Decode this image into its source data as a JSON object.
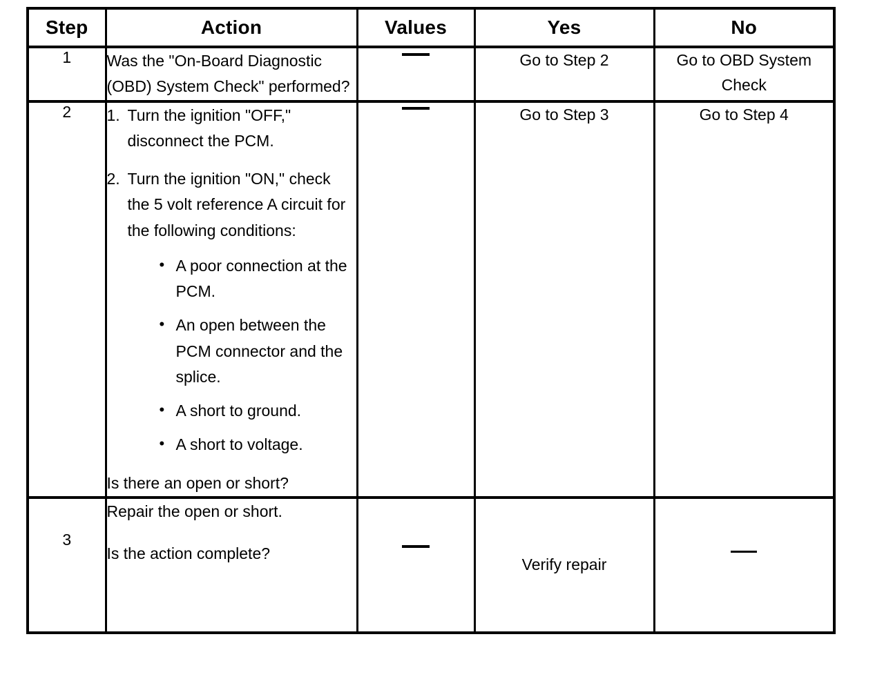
{
  "table": {
    "columns": [
      {
        "key": "step",
        "label": "Step"
      },
      {
        "key": "action",
        "label": "Action"
      },
      {
        "key": "values",
        "label": "Values"
      },
      {
        "key": "yes",
        "label": "Yes"
      },
      {
        "key": "no",
        "label": "No"
      }
    ],
    "rows": [
      {
        "step": "1",
        "action": {
          "lead_lines": [
            "Was the \"On-Board Diagnostic (OBD) System Check\" performed?"
          ],
          "numbered": [],
          "bullets": [],
          "question": ""
        },
        "values": "—",
        "yes": "Go to Step 2",
        "no": "Go to OBD System Check"
      },
      {
        "step": "2",
        "action": {
          "lead_lines": [],
          "numbered": [
            {
              "num": "1.",
              "text": "Turn the ignition \"OFF,\" disconnect the PCM."
            },
            {
              "num": "2.",
              "text": "Turn the ignition \"ON,\" check the 5 volt reference A circuit for the following conditions:"
            }
          ],
          "bullets": [
            "A poor connection at the PCM.",
            "An open between the PCM connector and the splice.",
            "A short to ground.",
            "A short to voltage."
          ],
          "question": "Is there an open or short?"
        },
        "values": "—",
        "yes": "Go to Step 3",
        "no": "Go to Step 4"
      },
      {
        "step": "3",
        "action": {
          "lead_lines": [
            "Repair the open or short.",
            "Is the action complete?"
          ],
          "numbered": [],
          "bullets": [],
          "question": ""
        },
        "values": "—",
        "yes": "Verify repair",
        "no": "—"
      }
    ]
  },
  "icons": {
    "bullet": "•",
    "dash": "—"
  },
  "colors": {
    "ink": "#000000",
    "paper": "#ffffff"
  }
}
